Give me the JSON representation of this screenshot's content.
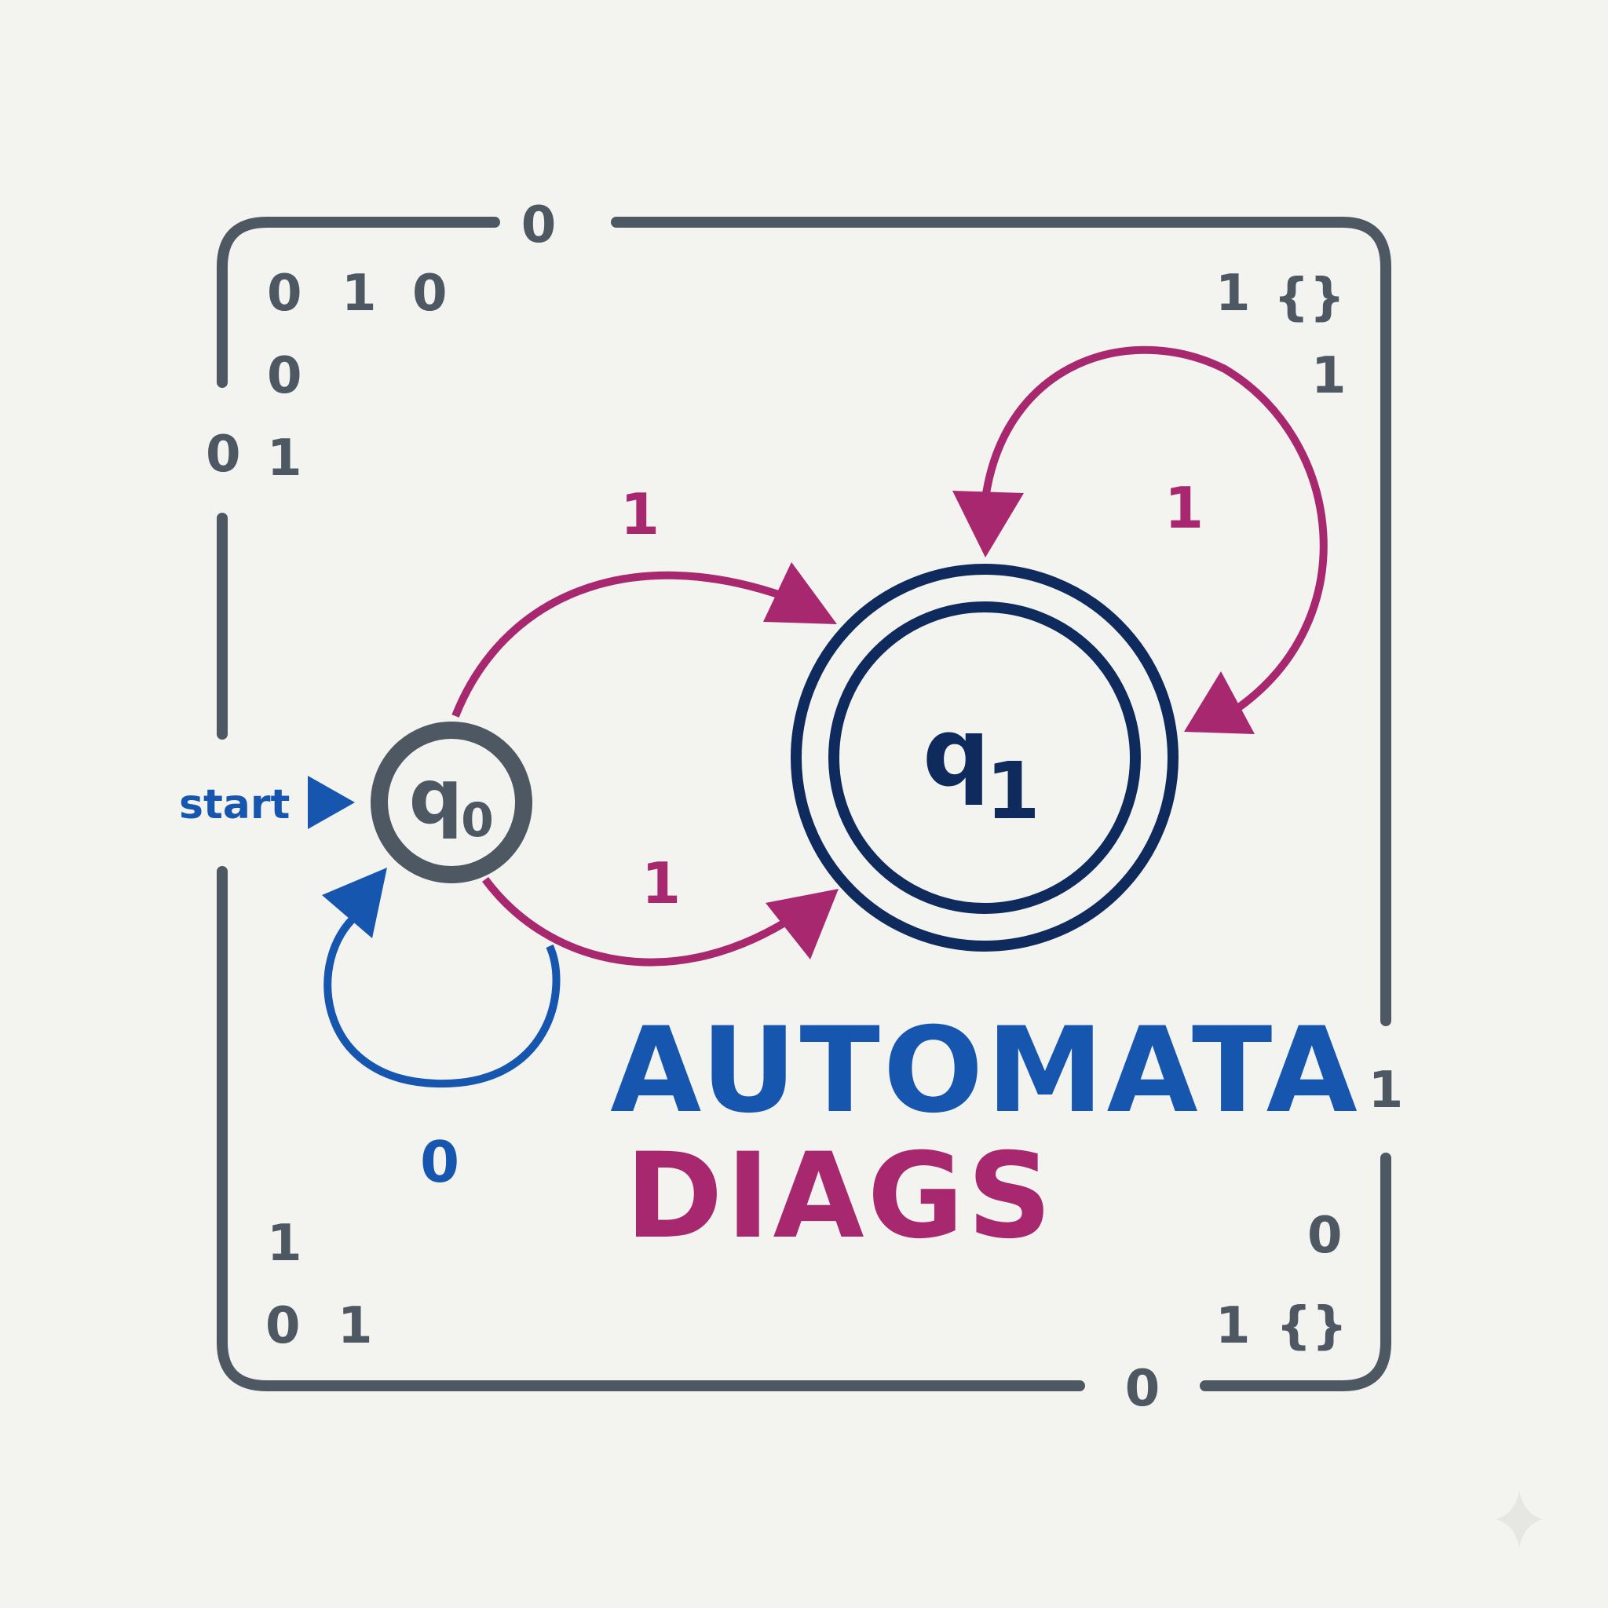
{
  "title": {
    "line1": "AUTOMATA",
    "line2": "DIAGS"
  },
  "colors": {
    "frame": "#4d5862",
    "accent_blue": "#1656ae",
    "accent_pink": "#a8286f",
    "state_q1": "#0f2a5c",
    "background": "#f3f3f0"
  },
  "start_label": "start",
  "states": [
    {
      "id": "q0",
      "name": "q",
      "subscript": "0",
      "type": "initial"
    },
    {
      "id": "q1",
      "name": "q",
      "subscript": "1",
      "type": "accepting"
    }
  ],
  "transitions": [
    {
      "from": "q0",
      "to": "q1",
      "symbol": "1",
      "path": "upper"
    },
    {
      "from": "q0",
      "to": "q1",
      "symbol": "1",
      "path": "lower"
    },
    {
      "from": "q1",
      "to": "q1",
      "symbol": "1",
      "path": "self-loop"
    },
    {
      "from": "q0",
      "to": "q0",
      "symbol": "0",
      "path": "self-loop"
    }
  ],
  "frame": {
    "top_gap_label": "0",
    "bottom_gap_label": "0",
    "right_gap_label": "1"
  },
  "decorations": {
    "top_left": [
      "0",
      "1",
      "0",
      "0",
      "0",
      "1"
    ],
    "top_right": [
      "1",
      "{}",
      "1"
    ],
    "bottom_left": [
      "1",
      "0",
      "1"
    ],
    "bottom_right": [
      "0",
      "1",
      "{}"
    ]
  }
}
